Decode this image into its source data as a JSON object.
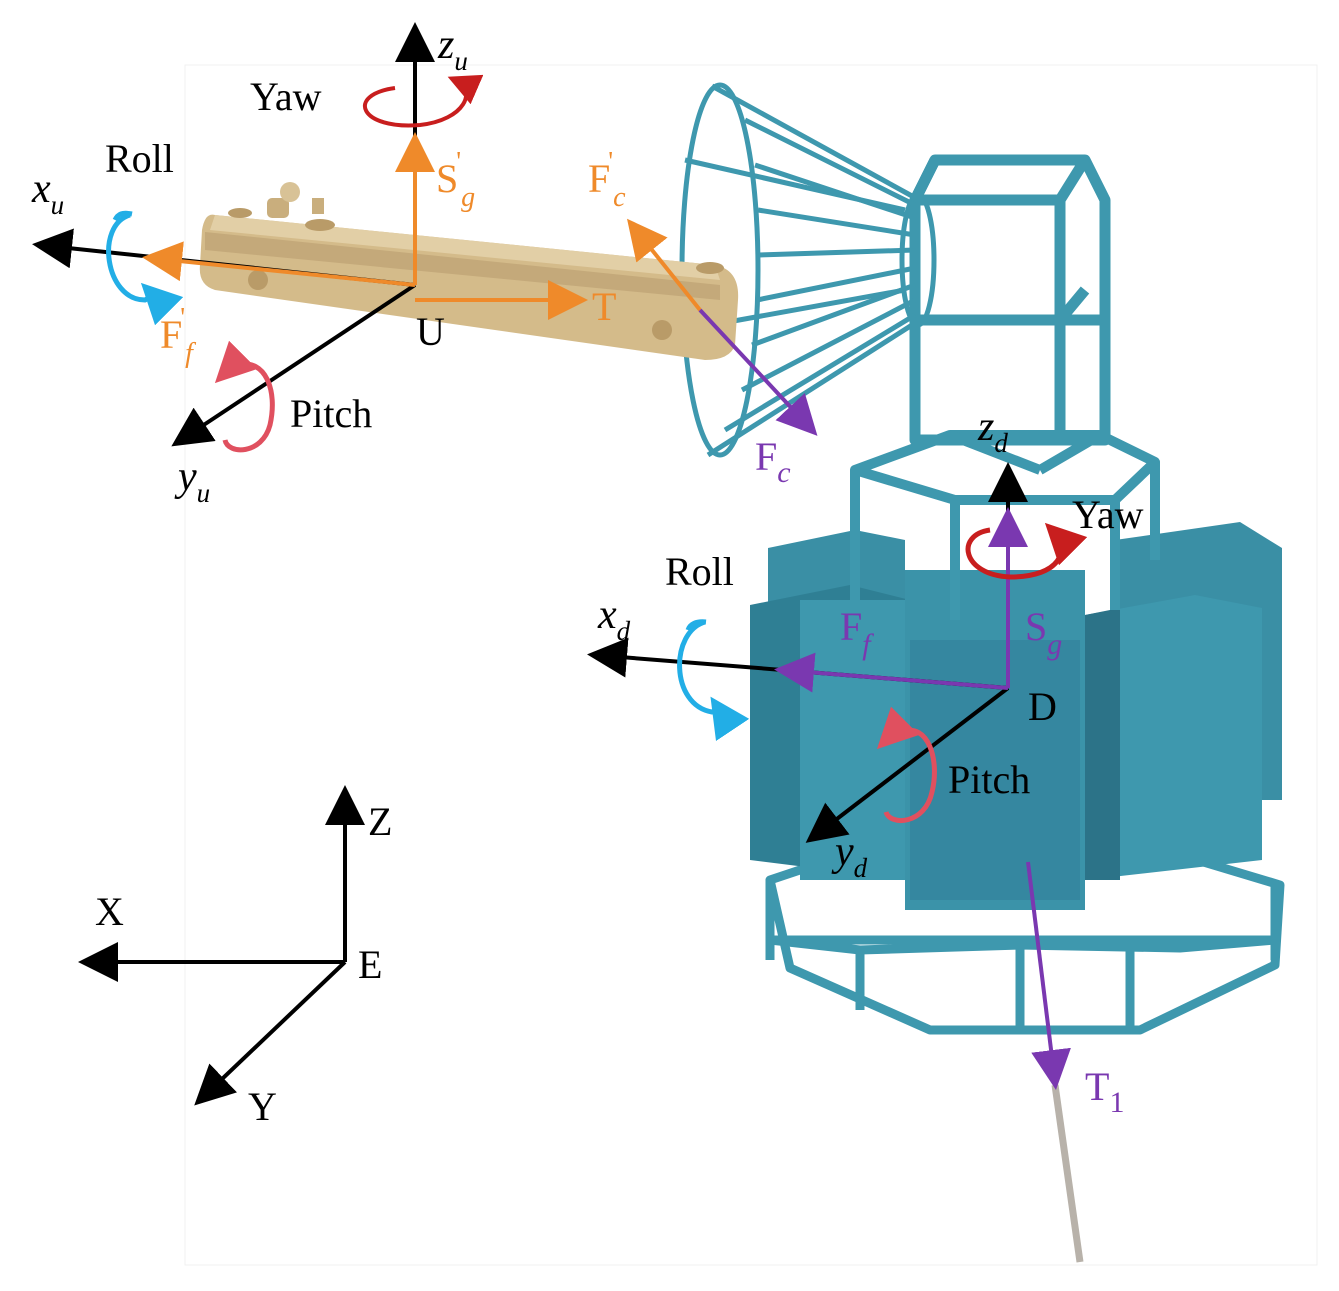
{
  "colors": {
    "orange": "#ef8a2a",
    "purple": "#7a38b0",
    "teal": "#3e98ae",
    "teal_dark": "#2c7388",
    "cyan_rot": "#22aee6",
    "red_yaw": "#c81e1e",
    "pink_pitch": "#e0505f",
    "tan": "#d4bb8a"
  },
  "uav": {
    "origin": "U",
    "x_axis": {
      "base": "x",
      "sub": "u"
    },
    "y_axis": {
      "base": "y",
      "sub": "u"
    },
    "z_axis": {
      "base": "z",
      "sub": "u"
    },
    "roll": "Roll",
    "pitch": "Pitch",
    "yaw": "Yaw",
    "force_thrust": "T",
    "force_gravity": {
      "base": "S",
      "sub": "g",
      "sup": "'"
    },
    "force_friction": {
      "base": "F",
      "sub": "f",
      "sup": "'"
    },
    "force_contact": {
      "base": "F",
      "sub": "c",
      "sup": "'"
    }
  },
  "docking": {
    "origin": "D",
    "x_axis": {
      "base": "x",
      "sub": "d"
    },
    "y_axis": {
      "base": "y",
      "sub": "d"
    },
    "z_axis": {
      "base": "z",
      "sub": "d"
    },
    "roll": "Roll",
    "pitch": "Pitch",
    "yaw": "Yaw",
    "force_contact": {
      "base": "F",
      "sub": "c"
    },
    "force_friction": {
      "base": "F",
      "sub": "f"
    },
    "force_gravity": {
      "base": "S",
      "sub": "g"
    },
    "force_tether": {
      "base": "T",
      "sub": "1"
    }
  },
  "earth": {
    "origin": "E",
    "x": "X",
    "y": "Y",
    "z": "Z"
  }
}
